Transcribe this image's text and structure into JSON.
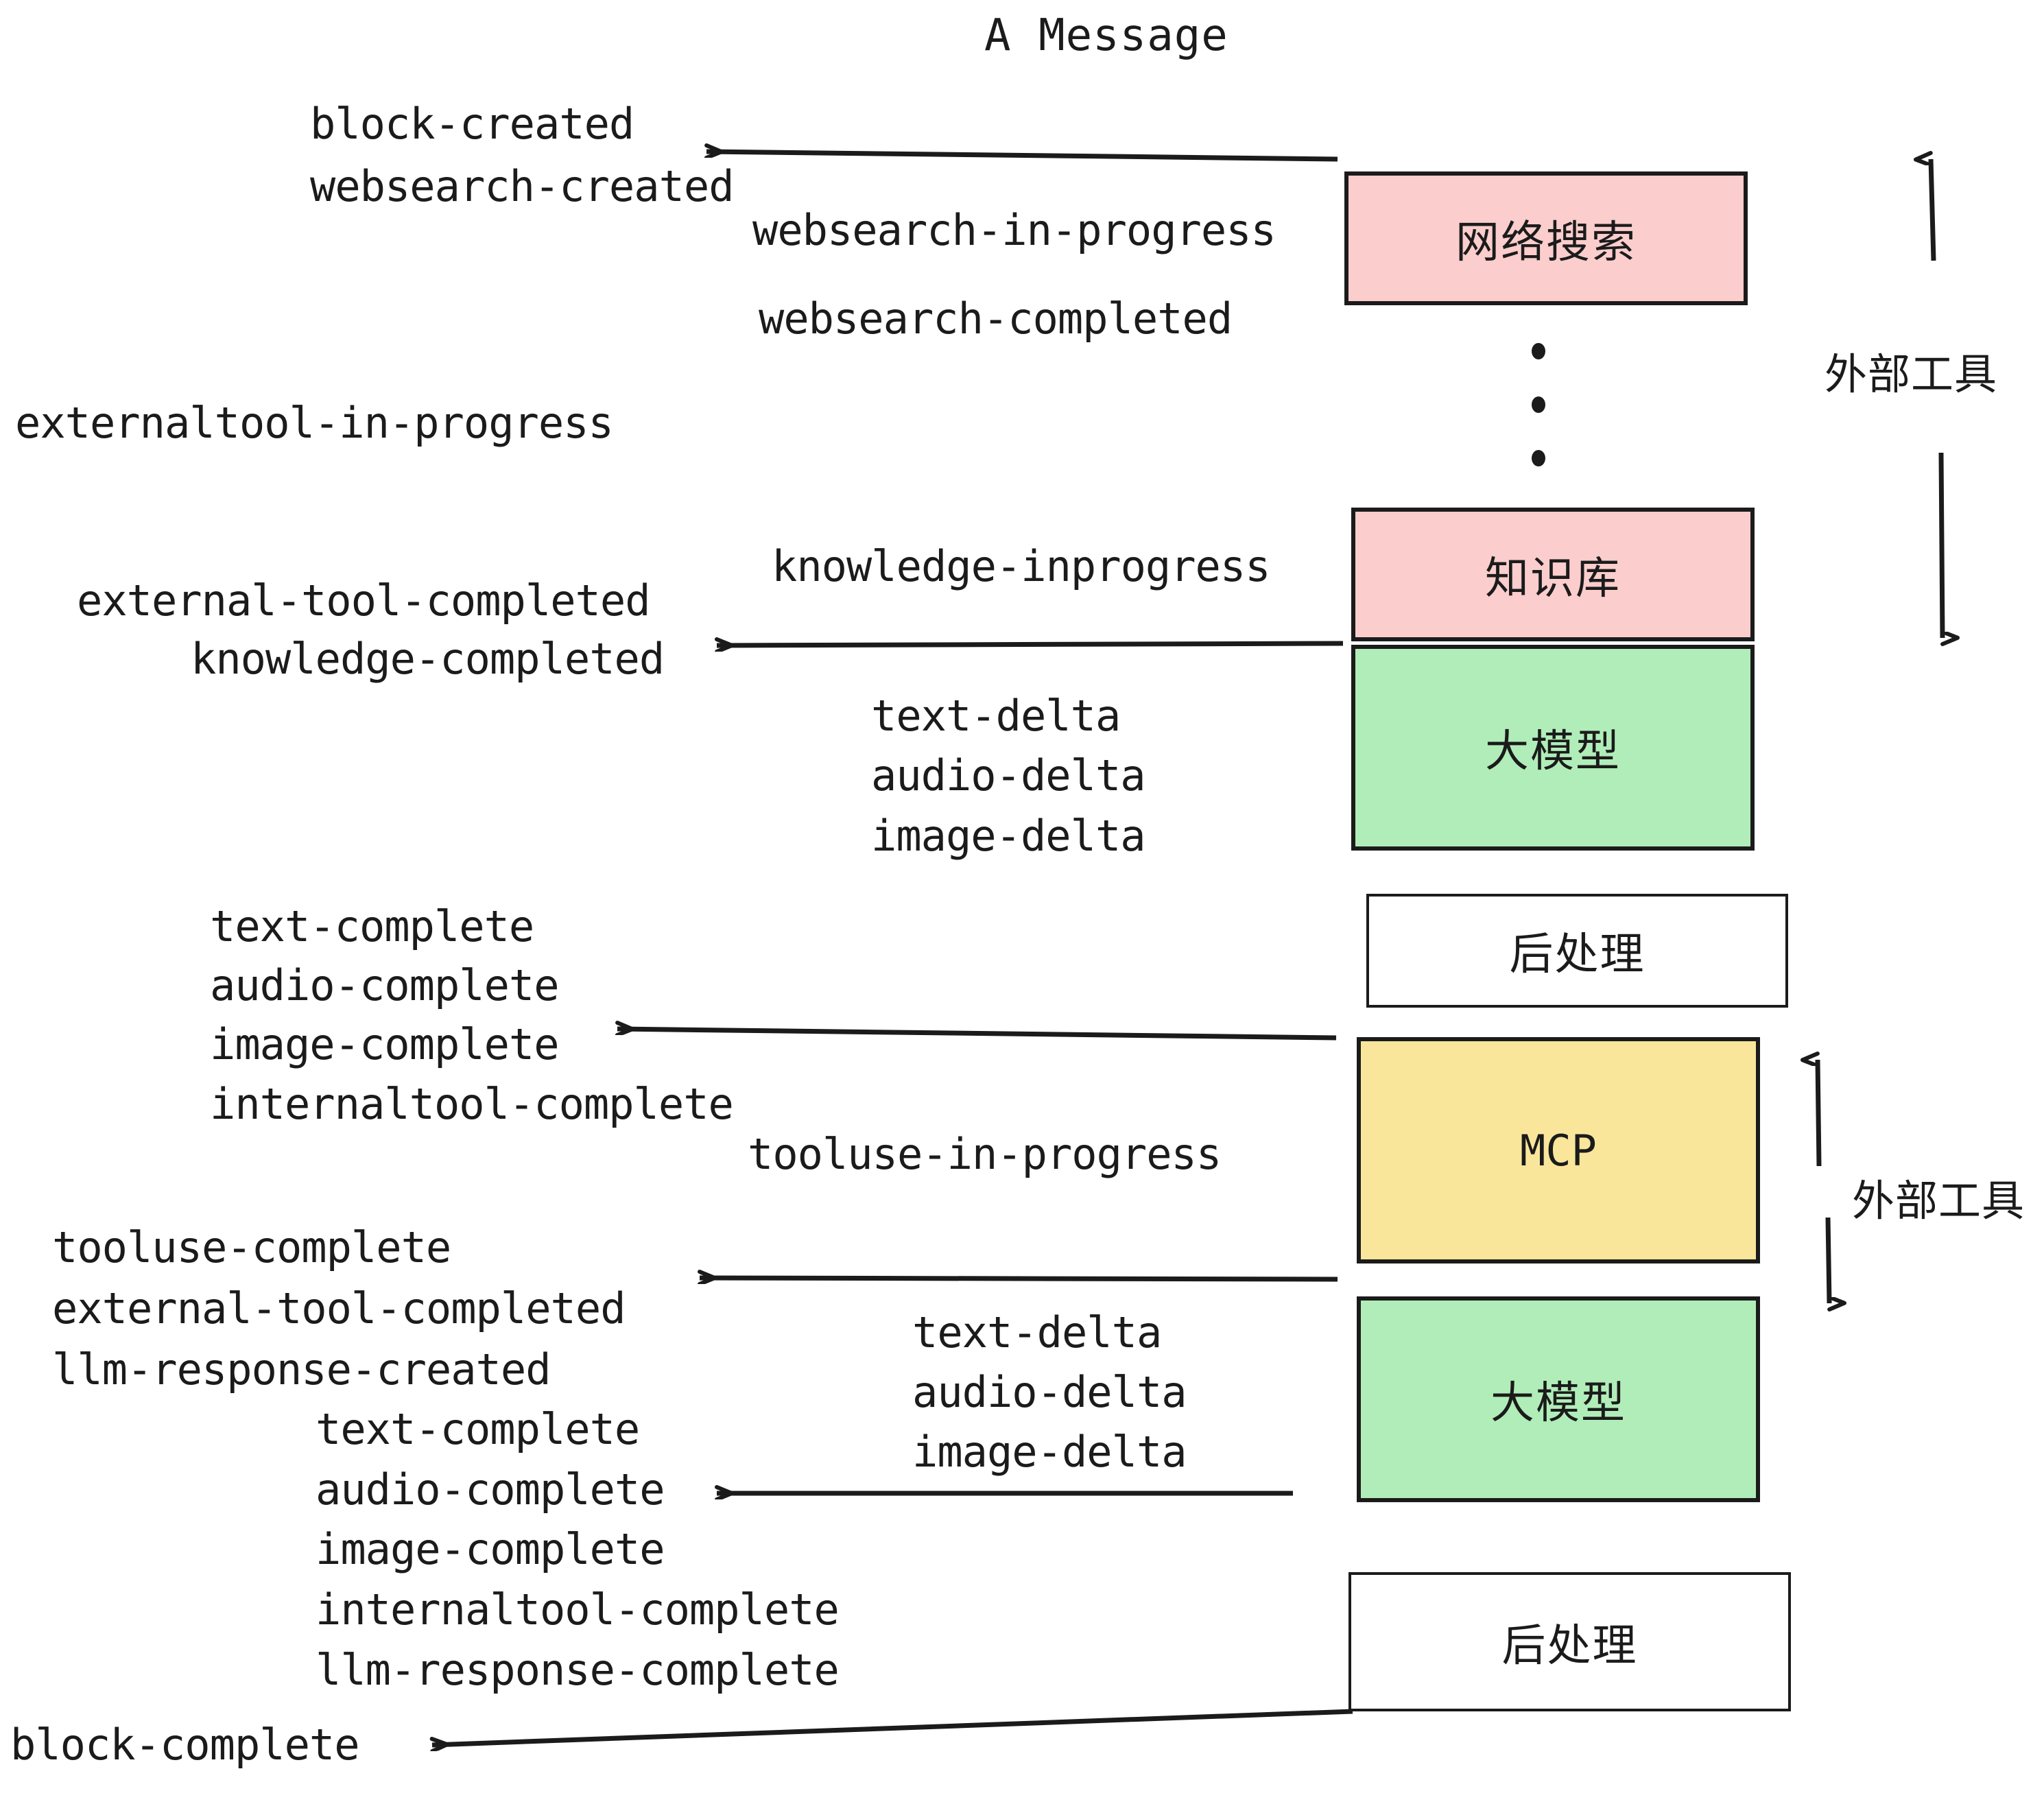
{
  "title": "A Message",
  "colors": {
    "pink": "#fbcdcd",
    "green": "#b1edb9",
    "yellow": "#fae69b",
    "white": "#ffffff",
    "stroke": "#1b1b1b",
    "background": "#ffffff"
  },
  "boxes": [
    {
      "label": "网络搜索",
      "fill": "#fbcdcd",
      "id": "websearch"
    },
    {
      "label": "知识库",
      "fill": "#fbcdcd",
      "id": "knowledge"
    },
    {
      "label": "大模型",
      "fill": "#b1edb9",
      "id": "llm-upper"
    },
    {
      "label": "后处理",
      "fill": "#ffffff",
      "id": "postprocess-upper"
    },
    {
      "label": "MCP",
      "fill": "#fae69b",
      "id": "mcp"
    },
    {
      "label": "大模型",
      "fill": "#b1edb9",
      "id": "llm-lower"
    },
    {
      "label": "后处理",
      "fill": "#ffffff",
      "id": "postprocess-lower"
    }
  ],
  "side_labels": [
    {
      "text": "外部工具",
      "id": "external-tool-upper"
    },
    {
      "text": "外部工具",
      "id": "external-tool-lower"
    }
  ],
  "events": [
    {
      "text": "block-created"
    },
    {
      "text": "websearch-created"
    },
    {
      "text": "websearch-in-progress"
    },
    {
      "text": "websearch-completed"
    },
    {
      "text": "externaltool-in-progress"
    },
    {
      "text": "knowledge-inprogress"
    },
    {
      "text": "external-tool-completed"
    },
    {
      "text": "knowledge-completed"
    },
    {
      "text": "text-delta"
    },
    {
      "text": "audio-delta"
    },
    {
      "text": "image-delta"
    },
    {
      "text": "text-complete"
    },
    {
      "text": "audio-complete"
    },
    {
      "text": "image-complete"
    },
    {
      "text": "internaltool-complete"
    },
    {
      "text": "tooluse-in-progress"
    },
    {
      "text": "tooluse-complete"
    },
    {
      "text": "external-tool-completed"
    },
    {
      "text": "llm-response-created"
    },
    {
      "text": "text-complete"
    },
    {
      "text": "audio-delta"
    },
    {
      "text": "text-delta"
    },
    {
      "text": "image-delta"
    },
    {
      "text": "audio-complete"
    },
    {
      "text": "image-complete"
    },
    {
      "text": "internaltool-complete"
    },
    {
      "text": "llm-response-complete"
    },
    {
      "text": "block-complete"
    }
  ],
  "ellipsis": {
    "id": "vertical-ellipsis",
    "dot_count": 3
  }
}
